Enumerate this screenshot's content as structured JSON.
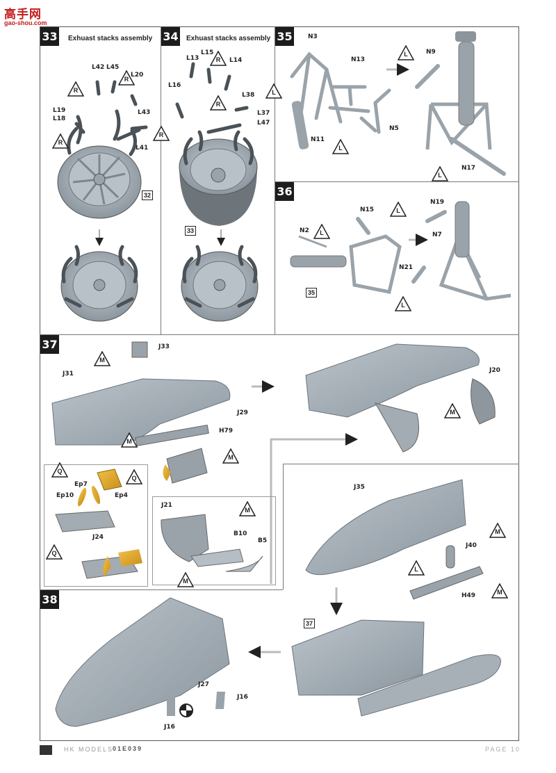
{
  "watermark": {
    "logo": "高手网",
    "url": "gao-shou.com"
  },
  "steps": [
    {
      "number": "33",
      "title": "Exhuast stacks assembly"
    },
    {
      "number": "34",
      "title": "Exhuast stacks assembly"
    },
    {
      "number": "35",
      "title": ""
    },
    {
      "number": "36",
      "title": ""
    },
    {
      "number": "37",
      "title": ""
    },
    {
      "number": "38",
      "title": ""
    }
  ],
  "parts": {
    "L42": "L42",
    "L45": "L45",
    "L20": "L20",
    "L19": "L19",
    "L18": "L18",
    "L43": "L43",
    "L41": "L41",
    "L13": "L13",
    "L15": "L15",
    "L14": "L14",
    "L16": "L16",
    "L38": "L38",
    "L37": "L37",
    "L47": "L47",
    "N3": "N3",
    "N13": "N13",
    "N9": "N9",
    "N11": "N11",
    "N5": "N5",
    "N17": "N17",
    "N15": "N15",
    "N19": "N19",
    "N7": "N7",
    "N2": "N2",
    "N21": "N21",
    "J33": "J33",
    "J31": "J31",
    "J29": "J29",
    "H79": "H79",
    "J20": "J20",
    "Q1": "Q",
    "Ep7": "Ep7",
    "Ep10": "Ep10",
    "Ep4": "Ep4",
    "J24": "J24",
    "J21": "J21",
    "B10": "B10",
    "B5": "B5",
    "J35": "J35",
    "J40": "J40",
    "H49": "H49",
    "J27": "J27",
    "J16a": "J16",
    "J16b": "J16"
  },
  "refs": {
    "r32": "32",
    "r33": "33",
    "r35": "35",
    "r37": "37"
  },
  "markers": {
    "R": "R",
    "L": "L",
    "M": "M",
    "Q": "Q"
  },
  "footer": {
    "brand": "HK MODELS",
    "code": "01E039",
    "page": "PAGE 10"
  }
}
